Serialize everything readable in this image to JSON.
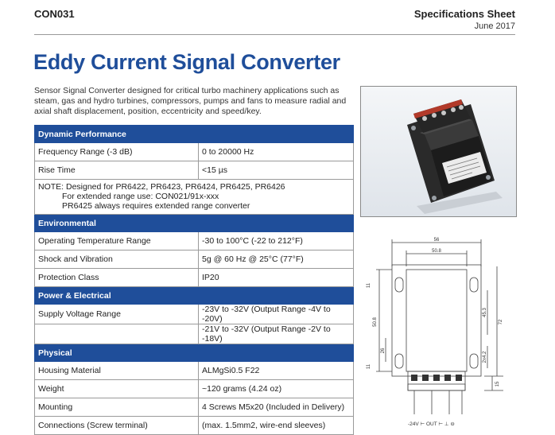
{
  "header": {
    "doc_code": "CON031",
    "sheet_type": "Specifications Sheet",
    "date": "June 2017"
  },
  "title": "Eddy Current Signal Converter",
  "intro": "Sensor Signal Converter designed for critical turbo machinery applications such as steam, gas and hydro turbines, compressors, pumps and fans to measure radial and axial shaft displacement, position, eccentricity and speed/key.",
  "spec": {
    "dynamic": {
      "heading": "Dynamic Performance",
      "freq_label": "Frequency Range (-3 dB)",
      "freq_value": "0 to 20000 Hz",
      "rise_label": "Rise Time",
      "rise_value": "<15 µs",
      "note_line1": "NOTE: Designed for PR6422, PR6423, PR6424, PR6425, PR6426",
      "note_line2": "For extended range use: CON021/91x-xxx",
      "note_line3": "PR6425 always requires extended range converter"
    },
    "environmental": {
      "heading": "Environmental",
      "temp_label": "Operating Temperature Range",
      "temp_value": "-30 to 100°C (-22 to 212°F)",
      "shock_label": "Shock and Vibration",
      "shock_value": "5g @ 60 Hz @ 25°C (77°F)",
      "prot_label": "Protection Class",
      "prot_value": "IP20"
    },
    "power": {
      "heading": "Power & Electrical",
      "supply_label": "Supply Voltage Range",
      "supply_value1": "-23V to -32V (Output Range -4V to -20V)",
      "supply_value2": "-21V to -32V (Output Range -2V to -18V)"
    },
    "physical": {
      "heading": "Physical",
      "housing_label": "Housing Material",
      "housing_value": "ALMgSi0.5 F22",
      "weight_label": "Weight",
      "weight_value": "~120 grams (4.24 oz)",
      "mount_label": "Mounting",
      "mount_value": "4 Screws M5x20 (Included in Delivery)",
      "conn_label": "Connections (Screw terminal)",
      "conn_value": "(max. 1.5mm2, wire-end sleeves)"
    }
  },
  "drawing": {
    "width_overall": "56",
    "width_body": "50.8",
    "height_overall": "72",
    "height_body": "50.8",
    "hole_top": "11",
    "hole_bottom": "11",
    "hole_span": "26",
    "slot_upper": "45.3",
    "slot_lower": "2x4.2",
    "terminal_depth": "15",
    "terminal_labels": "-24V  ⊢ OUT ⊢ ⊥  ⊖"
  }
}
